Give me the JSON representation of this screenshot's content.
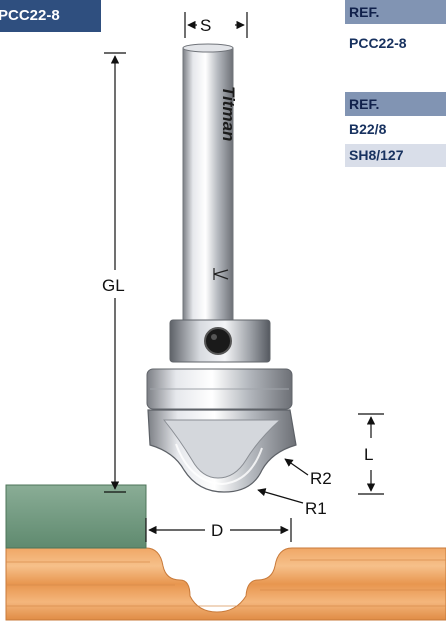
{
  "header": {
    "product_code": "PCC22-8"
  },
  "refs": [
    {
      "label": "REF.",
      "values": [
        "PCC22-8"
      ]
    },
    {
      "label": "REF.",
      "values": [
        "B22/8",
        "SH8/127"
      ]
    }
  ],
  "brand": "Titman",
  "dimensions": {
    "shank": "S",
    "overall_length": "GL",
    "cut_length": "L",
    "radius_2": "R2",
    "radius_1": "R1",
    "diameter": "D"
  }
}
